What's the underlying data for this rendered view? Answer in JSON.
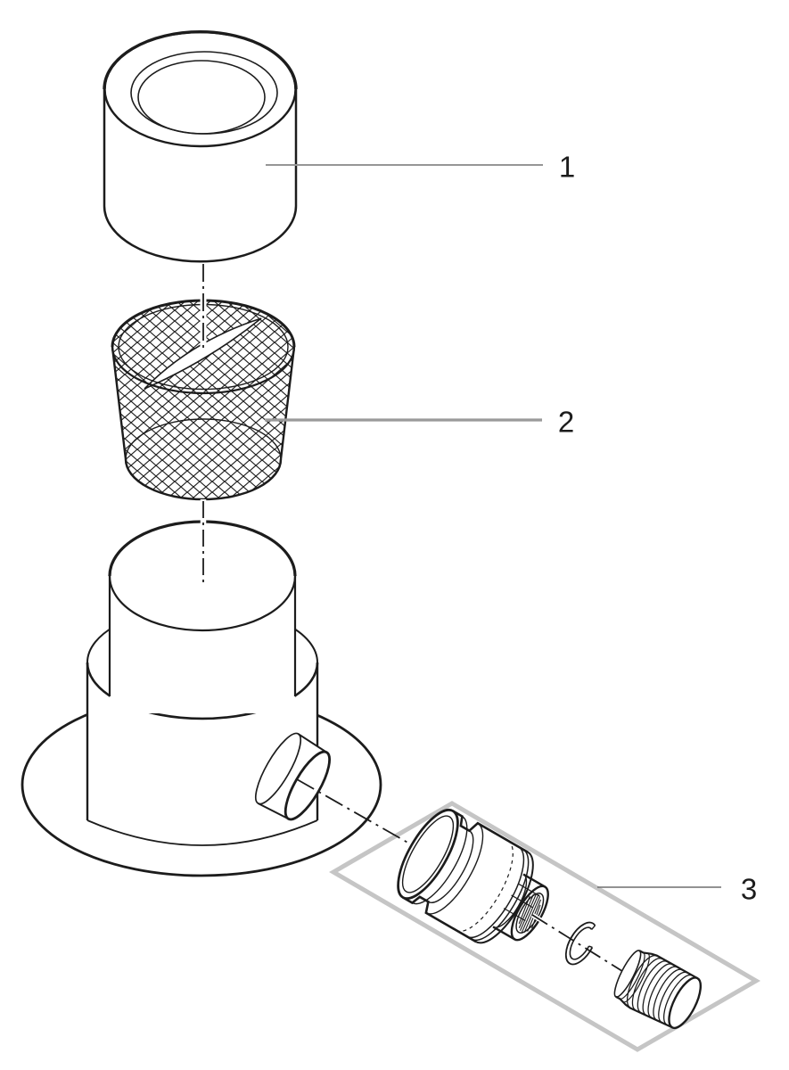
{
  "diagram": {
    "background_color": "#ffffff",
    "stroke_color": "#1c1c1c",
    "highlight_box_color": "#c5c5c5",
    "parts": [
      {
        "label": "1",
        "leader_color": "#969696"
      },
      {
        "label": "2",
        "leader_color": "#9a9a9a"
      },
      {
        "label": "3",
        "leader_color": "#6f6f6f"
      }
    ]
  }
}
